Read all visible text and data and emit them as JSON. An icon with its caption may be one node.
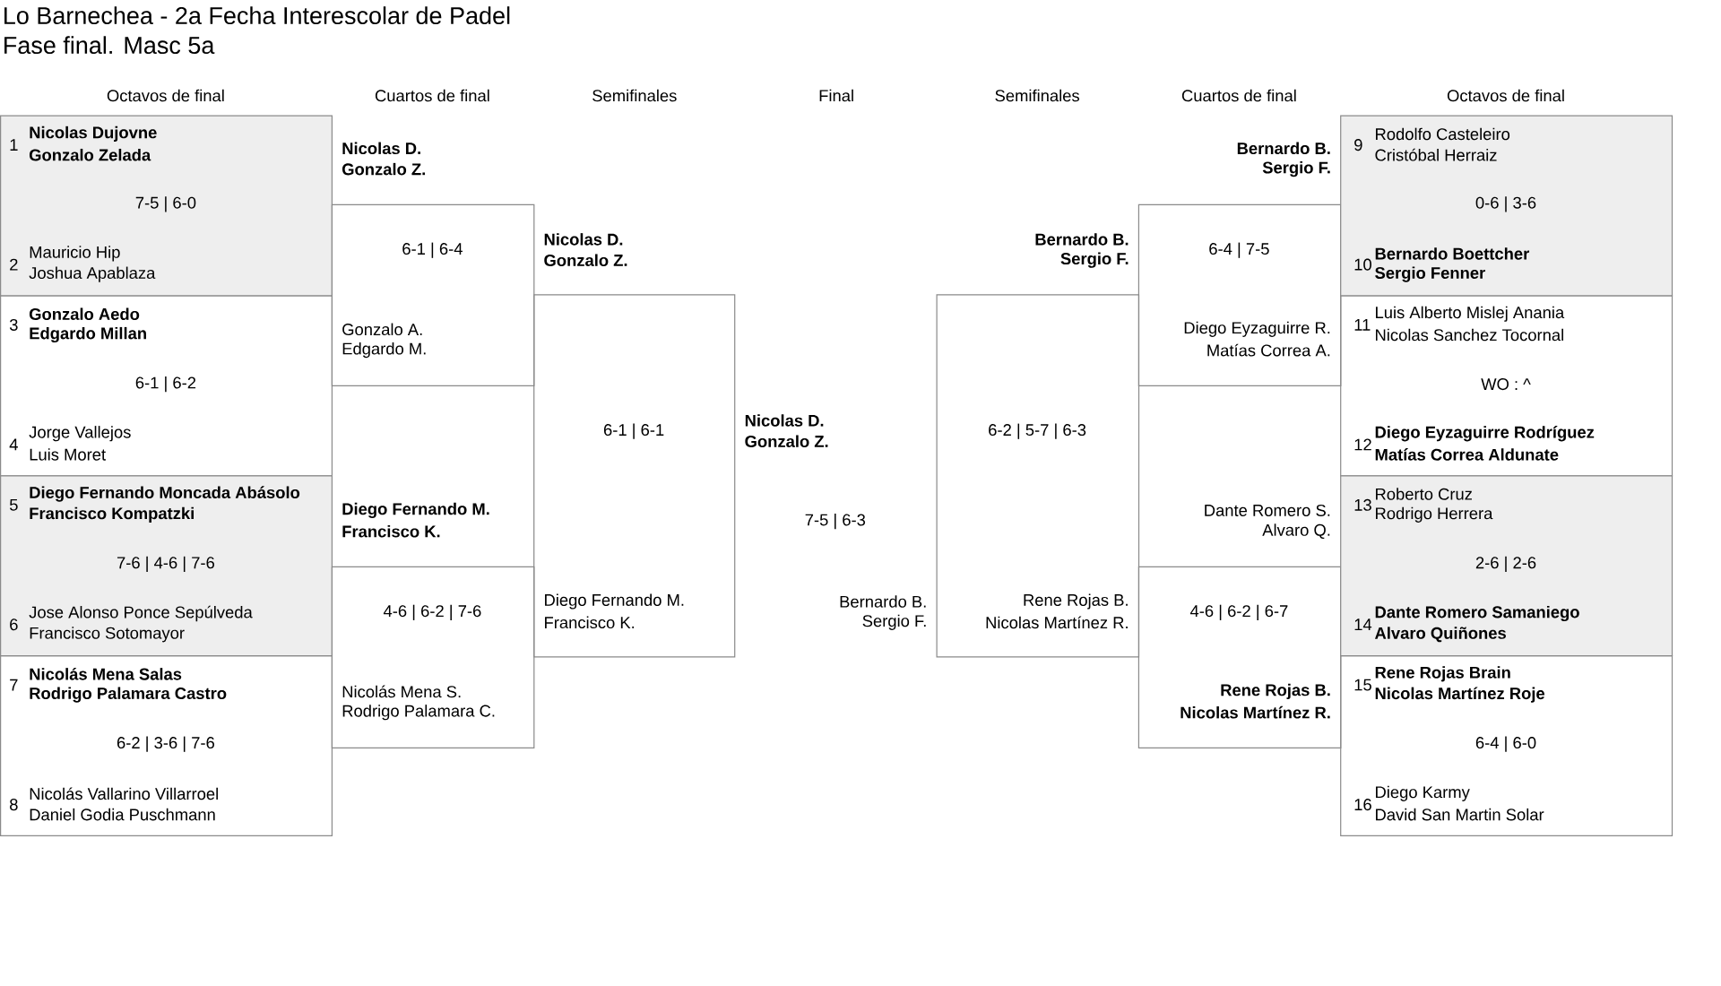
{
  "diagram": {
    "title": "Lo Barnechea - 2a Fecha Interescolar de Padel",
    "nodes": [
      {
        "text": [
          "1",
          "**Nicolas Dujovne**",
          "**Gonzalo Zelada**",
          "7-5 | 6-0",
          "2",
          "Mauricio Hip",
          "Joshua Apablaza"
        ]
      },
      {
        "text": [
          "3",
          "**Gonzalo Aedo**",
          "**Edgardo Millan**",
          "6-1 | 6-2",
          "4",
          "Jorge Vallejos",
          "Luis Moret"
        ]
      },
      {
        "text": [
          "5",
          "**Diego Fernando Moncada Abásolo**",
          "**Francisco Kompatzki**",
          "7-6 | 4-6 | 7-6",
          "6",
          "Jose Alonso Ponce Sepúlveda",
          "Francisco Sotomayor"
        ]
      },
      {
        "text": [
          "7",
          "**Nicolás Mena Salas**",
          "**Rodrigo Palamara Castro**",
          "6-2 | 3-6 | 7-6",
          "8",
          "Nicolás Vallarino Villarroel",
          "Daniel Godia Puschmann"
        ]
      },
      {
        "text": [
          "**Nicolas D.**",
          "**Gonzalo Z.**",
          "6-1 | 6-4",
          "Gonzalo A.",
          "Edgardo M."
        ]
      },
      {
        "text": [
          "**Diego Fernando M.**",
          "**Francisco K.**",
          "4-6 | 6-2 | 7-6",
          "Nicolás Mena S.",
          "Rodrigo Palamara C."
        ]
      },
      {
        "text": [
          "**Nicolas D.**",
          "**Gonzalo Z.**",
          "6-1 | 6-1",
          "Diego Fernando M.",
          "Francisco K."
        ]
      },
      {
        "text": [
          "**Nicolas D.**",
          "**Gonzalo Z.**",
          "7-5 | 6-3",
          "Bernardo B.",
          "Sergio F."
        ]
      },
      {
        "text": [
          "**Bernardo B.**",
          "**Sergio F.**",
          "6-2 | 5-7 | 6-3",
          "Rene Rojas B.",
          "Nicolas Martínez R."
        ]
      },
      {
        "text": [
          "**Bernardo B.**",
          "**Sergio F.**",
          "6-4 | 7-5",
          "Diego Eyzaguirre R.",
          "Matías Correa A."
        ]
      },
      {
        "text": [
          "Dante Romero S.",
          "Alvaro Q.",
          "4-6 | 6-2 | 6-7",
          "**Rene Rojas B.**",
          "**Nicolas Martínez R.**"
        ]
      },
      {
        "text": [
          "9",
          "Rodolfo Casteleiro",
          "Cristóbal Herraiz",
          "0-6 | 3-6",
          "10",
          "**Bernardo Boettcher**",
          "**Sergio Fenner**"
        ]
      },
      {
        "text": [
          "11",
          "Luis Alberto Mislej Anania",
          "Nicolas Sanchez Tocornal",
          "WO : ^",
          "12",
          "**Diego Eyzaguirre Rodríguez**",
          "**Matías Correa Aldunate**"
        ]
      },
      {
        "text": [
          "13",
          "Roberto Cruz",
          "Rodrigo Herrera",
          "2-6 | 2-6",
          "14",
          "**Dante Romero Samaniego**",
          "**Alvaro Quiñones**"
        ]
      },
      {
        "text": [
          "15",
          "**Rene Rojas Brain**",
          "**Nicolas Martínez Roje**",
          "6-4 | 6-0",
          "16",
          "Diego Karmy",
          "David San Martin Solar"
        ]
      }
    ],
    "labels": [
      "Fase final. Masc 5a",
      "Octavos de final",
      "Cuartos de final",
      "Semifinales",
      "Final",
      "Semifinales",
      "Cuartos de final",
      "Octavos de final"
    ]
  }
}
